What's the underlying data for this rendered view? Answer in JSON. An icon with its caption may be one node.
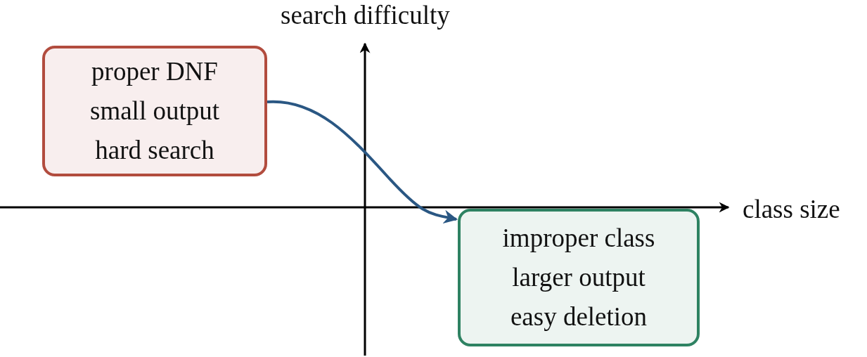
{
  "diagram": {
    "nodes": [
      {
        "text": [
          "proper DNF",
          "small output",
          "hard search"
        ]
      },
      {
        "text": [
          "improper class",
          "larger output",
          "easy deletion"
        ]
      }
    ],
    "edges": [
      {
        "from": 0,
        "to": 1,
        "arrow": "to"
      }
    ],
    "labels": [
      "search difficulty",
      "class size"
    ]
  }
}
